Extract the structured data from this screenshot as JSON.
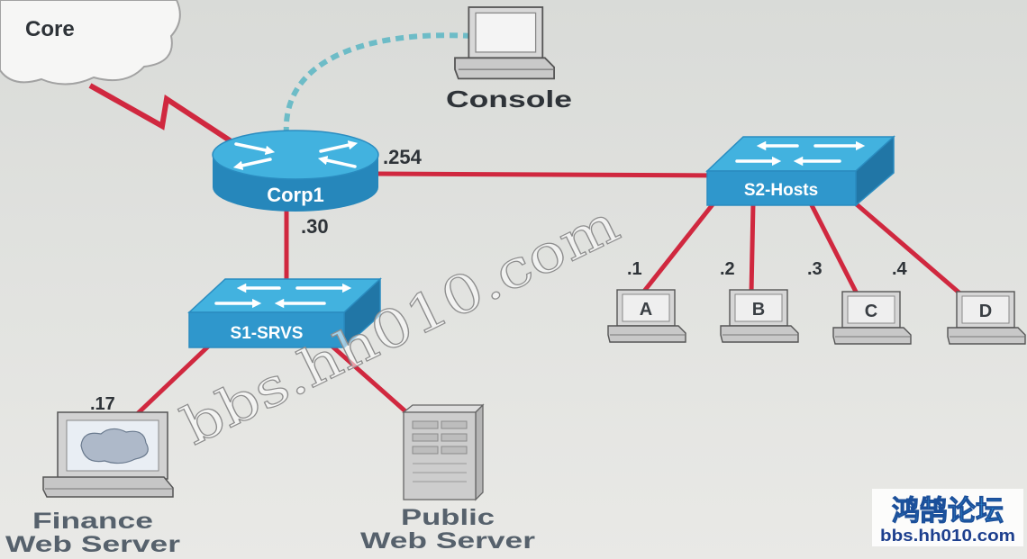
{
  "diagram": {
    "cloud": {
      "label": "Core"
    },
    "console": {
      "label": "Console"
    },
    "router": {
      "label": "Corp1",
      "ip_to_s2": ".254",
      "ip_to_s1": ".30"
    },
    "switch_hosts": {
      "label": "S2-Hosts"
    },
    "switch_servers": {
      "label": "S1-SRVS"
    },
    "hosts": [
      {
        "label": "A",
        "ip": ".1"
      },
      {
        "label": "B",
        "ip": ".2"
      },
      {
        "label": "C",
        "ip": ".3"
      },
      {
        "label": "D",
        "ip": ".4"
      }
    ],
    "finance_server": {
      "label_line1": "Finance",
      "label_line2": "Web Server",
      "ip": ".17"
    },
    "public_server": {
      "label_line1": "Public",
      "label_line2": "Web Server"
    }
  },
  "watermark": "bbs.hh010.com",
  "logo": {
    "title": "鸿鹄论坛",
    "url": "bbs.hh010.com"
  },
  "colors": {
    "link": "#d0283f",
    "console_link": "#6dbcc7",
    "device_top": "#42b2df",
    "device_side": "#2687bb"
  }
}
